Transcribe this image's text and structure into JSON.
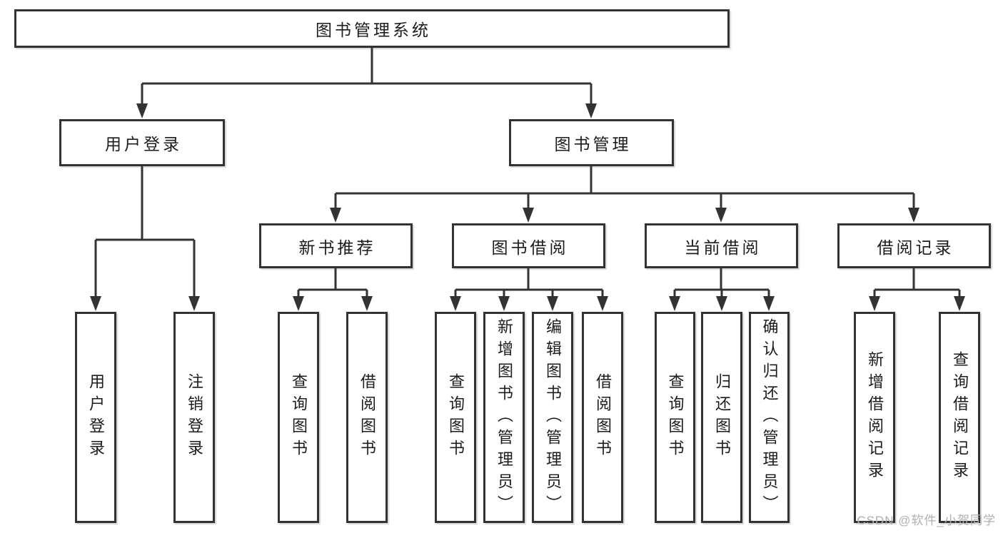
{
  "diagram": {
    "root": {
      "label": "图书管理系统"
    },
    "branches": {
      "user_login": {
        "label": "用户登录",
        "children": [
          {
            "label": "用户登录"
          },
          {
            "label": "注销登录"
          }
        ]
      },
      "book_management": {
        "label": "图书管理",
        "modules": {
          "new_book": {
            "label": "新书推荐",
            "children": [
              {
                "label": "查询图书"
              },
              {
                "label": "借阅图书"
              }
            ]
          },
          "book_borrow": {
            "label": "图书借阅",
            "children": [
              {
                "label": "查询图书"
              },
              {
                "label": "新增图书（管理员）"
              },
              {
                "label": "编辑图书（管理员）"
              },
              {
                "label": "借阅图书"
              }
            ]
          },
          "current_borrow": {
            "label": "当前借阅",
            "children": [
              {
                "label": "查询图书"
              },
              {
                "label": "归还图书"
              },
              {
                "label": "确认归还（管理员）"
              }
            ]
          },
          "borrow_record": {
            "label": "借阅记录",
            "children": [
              {
                "label": "新增借阅记录"
              },
              {
                "label": "查询借阅记录"
              }
            ]
          }
        }
      }
    },
    "watermark": "CSDN @软件_小贺同学",
    "colors": {
      "line": "#333333",
      "text": "#1c1c1c",
      "background": "#ffffff",
      "watermark": "#b0b0b0"
    }
  }
}
